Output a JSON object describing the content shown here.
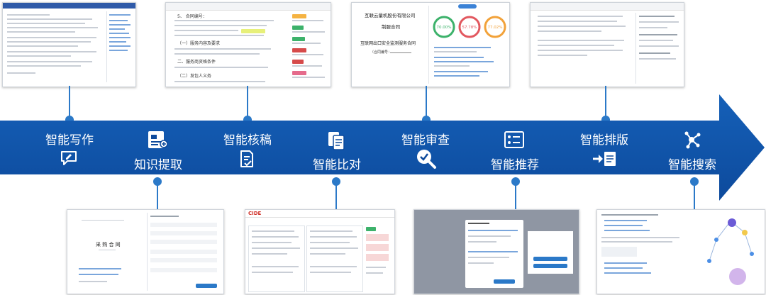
{
  "steps": [
    {
      "id": "writing",
      "label": "智能写作",
      "icon": "chat-edit-icon"
    },
    {
      "id": "extract",
      "label": "知识提取",
      "icon": "knowledge-extract-icon"
    },
    {
      "id": "verify",
      "label": "智能核稿",
      "icon": "document-check-icon"
    },
    {
      "id": "compare",
      "label": "智能比对",
      "icon": "document-compare-icon"
    },
    {
      "id": "review",
      "label": "智能审查",
      "icon": "magnifier-check-icon"
    },
    {
      "id": "recommend",
      "label": "智能推荐",
      "icon": "list-recommend-icon"
    },
    {
      "id": "layout",
      "label": "智能排版",
      "icon": "layout-arrow-icon"
    },
    {
      "id": "search",
      "label": "智能搜索",
      "icon": "network-search-icon"
    }
  ],
  "thumb_review": {
    "company": "互联云量机股份有限公司",
    "doc_type": "制服合同",
    "contract_title": "互联网出口安全监测服务合同",
    "contract_no": "（合同编号：",
    "scores": [
      "70.00%",
      "57.78%",
      "77.02%"
    ]
  },
  "thumb_verify": {
    "lines": [
      "5、  合同编号：",
      "（一）服务内容及要求",
      "二、服务商资格条件",
      "（二）发包人义务"
    ]
  },
  "thumb_extract": {
    "title": "采 购 合 同"
  },
  "thumb_compare": {
    "brand": "CIDE"
  },
  "colors": {
    "band": "#0d4a9c",
    "band_light": "#1560b8",
    "connector": "#2b79c8",
    "label": "#ffffff"
  }
}
